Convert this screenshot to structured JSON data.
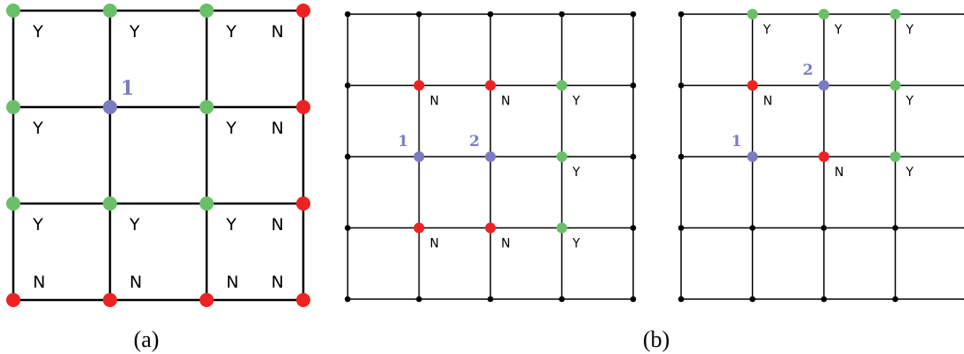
{
  "colors": {
    "yes": "#6abf69",
    "no": "#ee2222",
    "numbered": "#7b7bc2",
    "plain": "#000000",
    "line": "#000000"
  },
  "diagrams": [
    {
      "id": "a",
      "caption": "(a)",
      "rows": 4,
      "cols": 4,
      "nodes": [
        [
          "Y",
          "Y",
          "Y",
          "N"
        ],
        [
          "Y",
          "1",
          "Y",
          "N"
        ],
        [
          "Y",
          "Y",
          "Y",
          "N"
        ],
        [
          "N",
          "N",
          "N",
          "N"
        ]
      ]
    },
    {
      "id": "b-left",
      "caption": "",
      "rows": 5,
      "cols": 5,
      "nodes": [
        [
          "",
          "",
          "",
          "",
          ""
        ],
        [
          "",
          "N",
          "N",
          "Y",
          ""
        ],
        [
          "",
          "1",
          "2",
          "Y",
          ""
        ],
        [
          "",
          "N",
          "N",
          "Y",
          ""
        ],
        [
          "",
          "",
          "",
          "",
          ""
        ]
      ]
    },
    {
      "id": "b-right",
      "caption": "",
      "rows": 5,
      "cols": 5,
      "nodes": [
        [
          "",
          "Y",
          "Y",
          "Y",
          ""
        ],
        [
          "",
          "N",
          "2",
          "Y",
          ""
        ],
        [
          "",
          "1",
          "N",
          "Y",
          ""
        ],
        [
          "",
          "",
          "",
          "",
          ""
        ],
        [
          "",
          "",
          "",
          "",
          ""
        ]
      ]
    }
  ],
  "caption_b": "(b)"
}
